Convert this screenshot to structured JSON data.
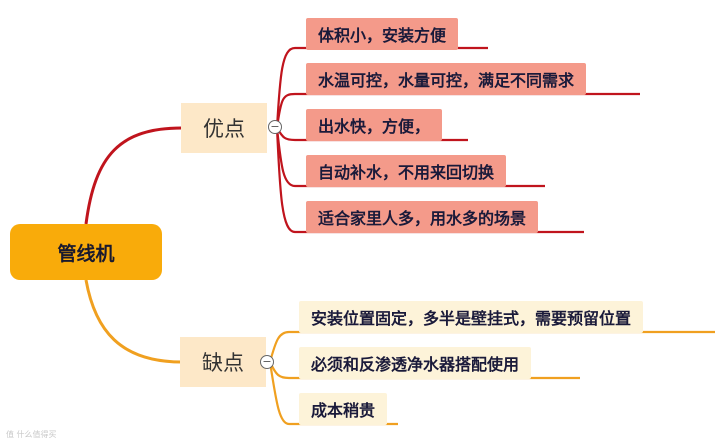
{
  "root": {
    "label": "管线机"
  },
  "pros": {
    "label": "优点",
    "color": "#c0141d",
    "items": [
      "体积小，安装方便",
      "水温可控，水量可控，满足不同需求",
      "出水快，方便，",
      "自动补水，不用来回切换",
      "适合家里人多，用水多的场景"
    ]
  },
  "cons": {
    "label": "缺点",
    "color": "#f0a020",
    "items": [
      "安装位置固定，多半是壁挂式，需要预留位置",
      "必须和反渗透净水器搭配使用",
      "成本稍贵"
    ]
  },
  "collapse_symbol": "−",
  "watermark": "值 什么值得买"
}
